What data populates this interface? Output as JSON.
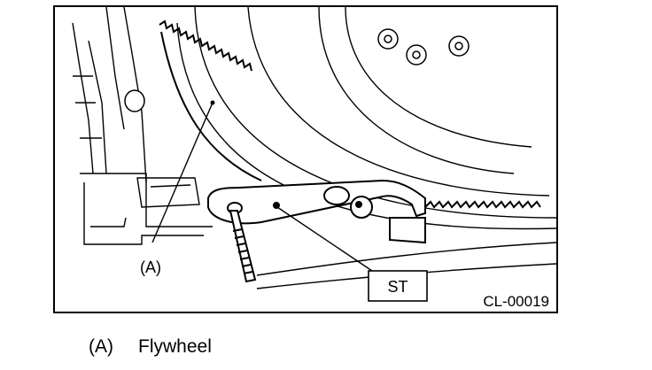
{
  "figure": {
    "callout_a": "(A)",
    "callout_st": "ST",
    "figure_id": "CL-00019"
  },
  "caption": {
    "key": "(A)",
    "text": "Flywheel"
  }
}
